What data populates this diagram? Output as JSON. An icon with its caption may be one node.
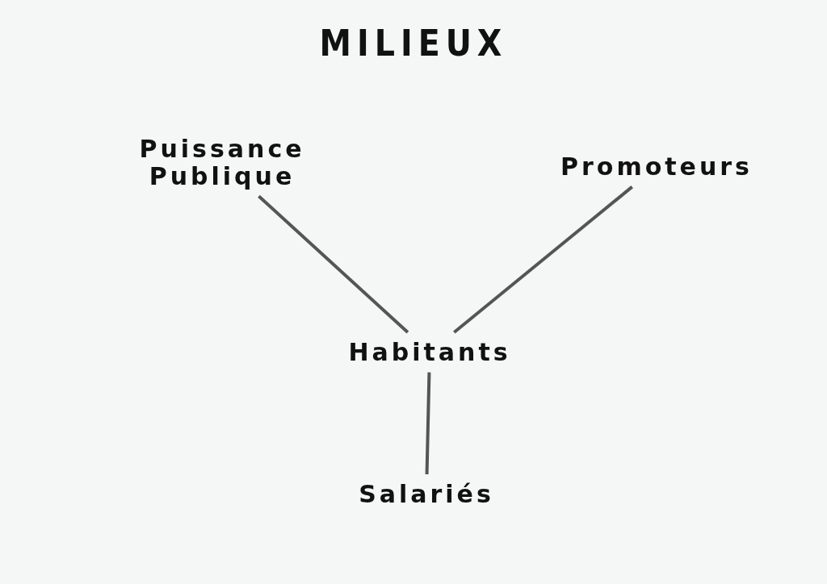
{
  "diagram": {
    "title": "MILIEUX",
    "nodes": [
      {
        "text": [
          "Puissance Publique"
        ]
      },
      {
        "text": [
          "Promoteurs"
        ]
      },
      {
        "text": [
          "Habitants"
        ]
      },
      {
        "text": [
          "Salariés"
        ]
      }
    ],
    "edges": [
      {
        "from": 0,
        "to": 2,
        "arrow": "none"
      },
      {
        "from": 1,
        "to": 2,
        "arrow": "none"
      },
      {
        "from": 2,
        "to": 3,
        "arrow": "none"
      }
    ]
  }
}
